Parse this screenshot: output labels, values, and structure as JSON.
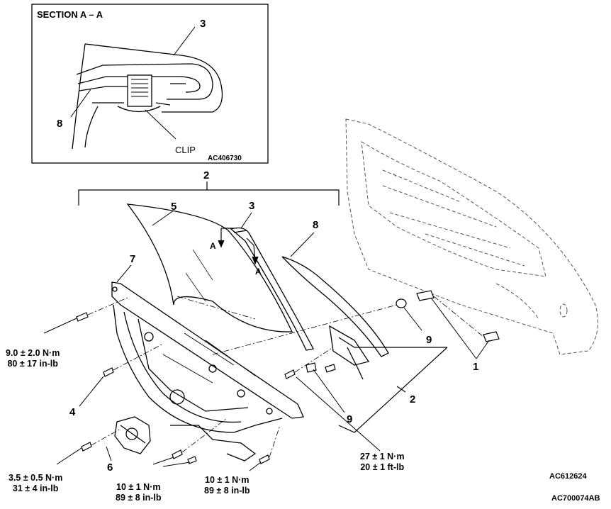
{
  "section": {
    "title": "SECTION A – A",
    "callout_3": "3",
    "callout_8": "8",
    "clip_label": "CLIP",
    "code": "AC406730"
  },
  "callouts": {
    "assembly_top": "2",
    "glass": "5",
    "channel": "3",
    "sash": "8",
    "arrow_a_left": "A",
    "arrow_a_right": "A",
    "regulator": "7",
    "bolt_left": "4",
    "motor": "6",
    "grommet": "9",
    "clip_9": "9",
    "trim": "1",
    "assembly_right": "2"
  },
  "torques": {
    "t1_nm": "9.0 ± 2.0 N·m",
    "t1_inlb": "80 ± 17 in-lb",
    "t2_nm": "3.5 ± 0.5 N·m",
    "t2_inlb": "31 ± 4 in-lb",
    "t3_nm": "10 ± 1 N·m",
    "t3_inlb": "89 ± 8 in-lb",
    "t4_nm": "10 ± 1 N·m",
    "t4_inlb": "89 ± 8 in-lb",
    "t5_nm": "27 ± 1 N·m",
    "t5_ftlb": "20 ± 1 ft-lb"
  },
  "codes": {
    "figure": "AC612624",
    "sheet": "AC700074AB"
  }
}
